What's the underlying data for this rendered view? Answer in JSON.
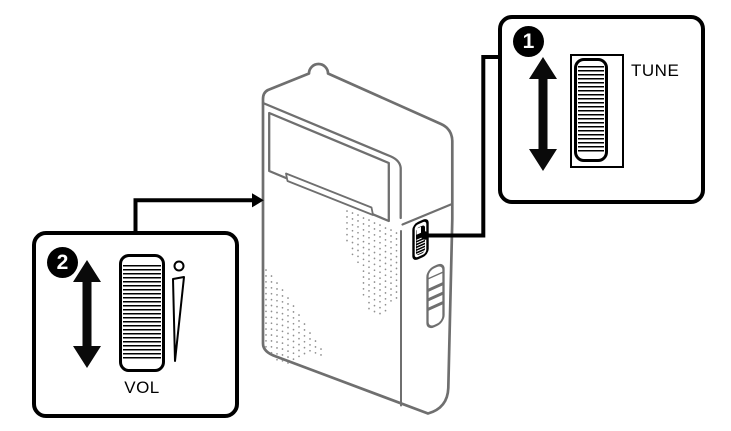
{
  "callout_tune": {
    "badge": "1",
    "label": "TUNE"
  },
  "callout_vol": {
    "badge": "2",
    "label": "VOL"
  },
  "colors": {
    "outline_gray": "#6f6f6f",
    "dot_gray": "#8f8f8f",
    "ink_black": "#000000",
    "background": "#ffffff"
  }
}
